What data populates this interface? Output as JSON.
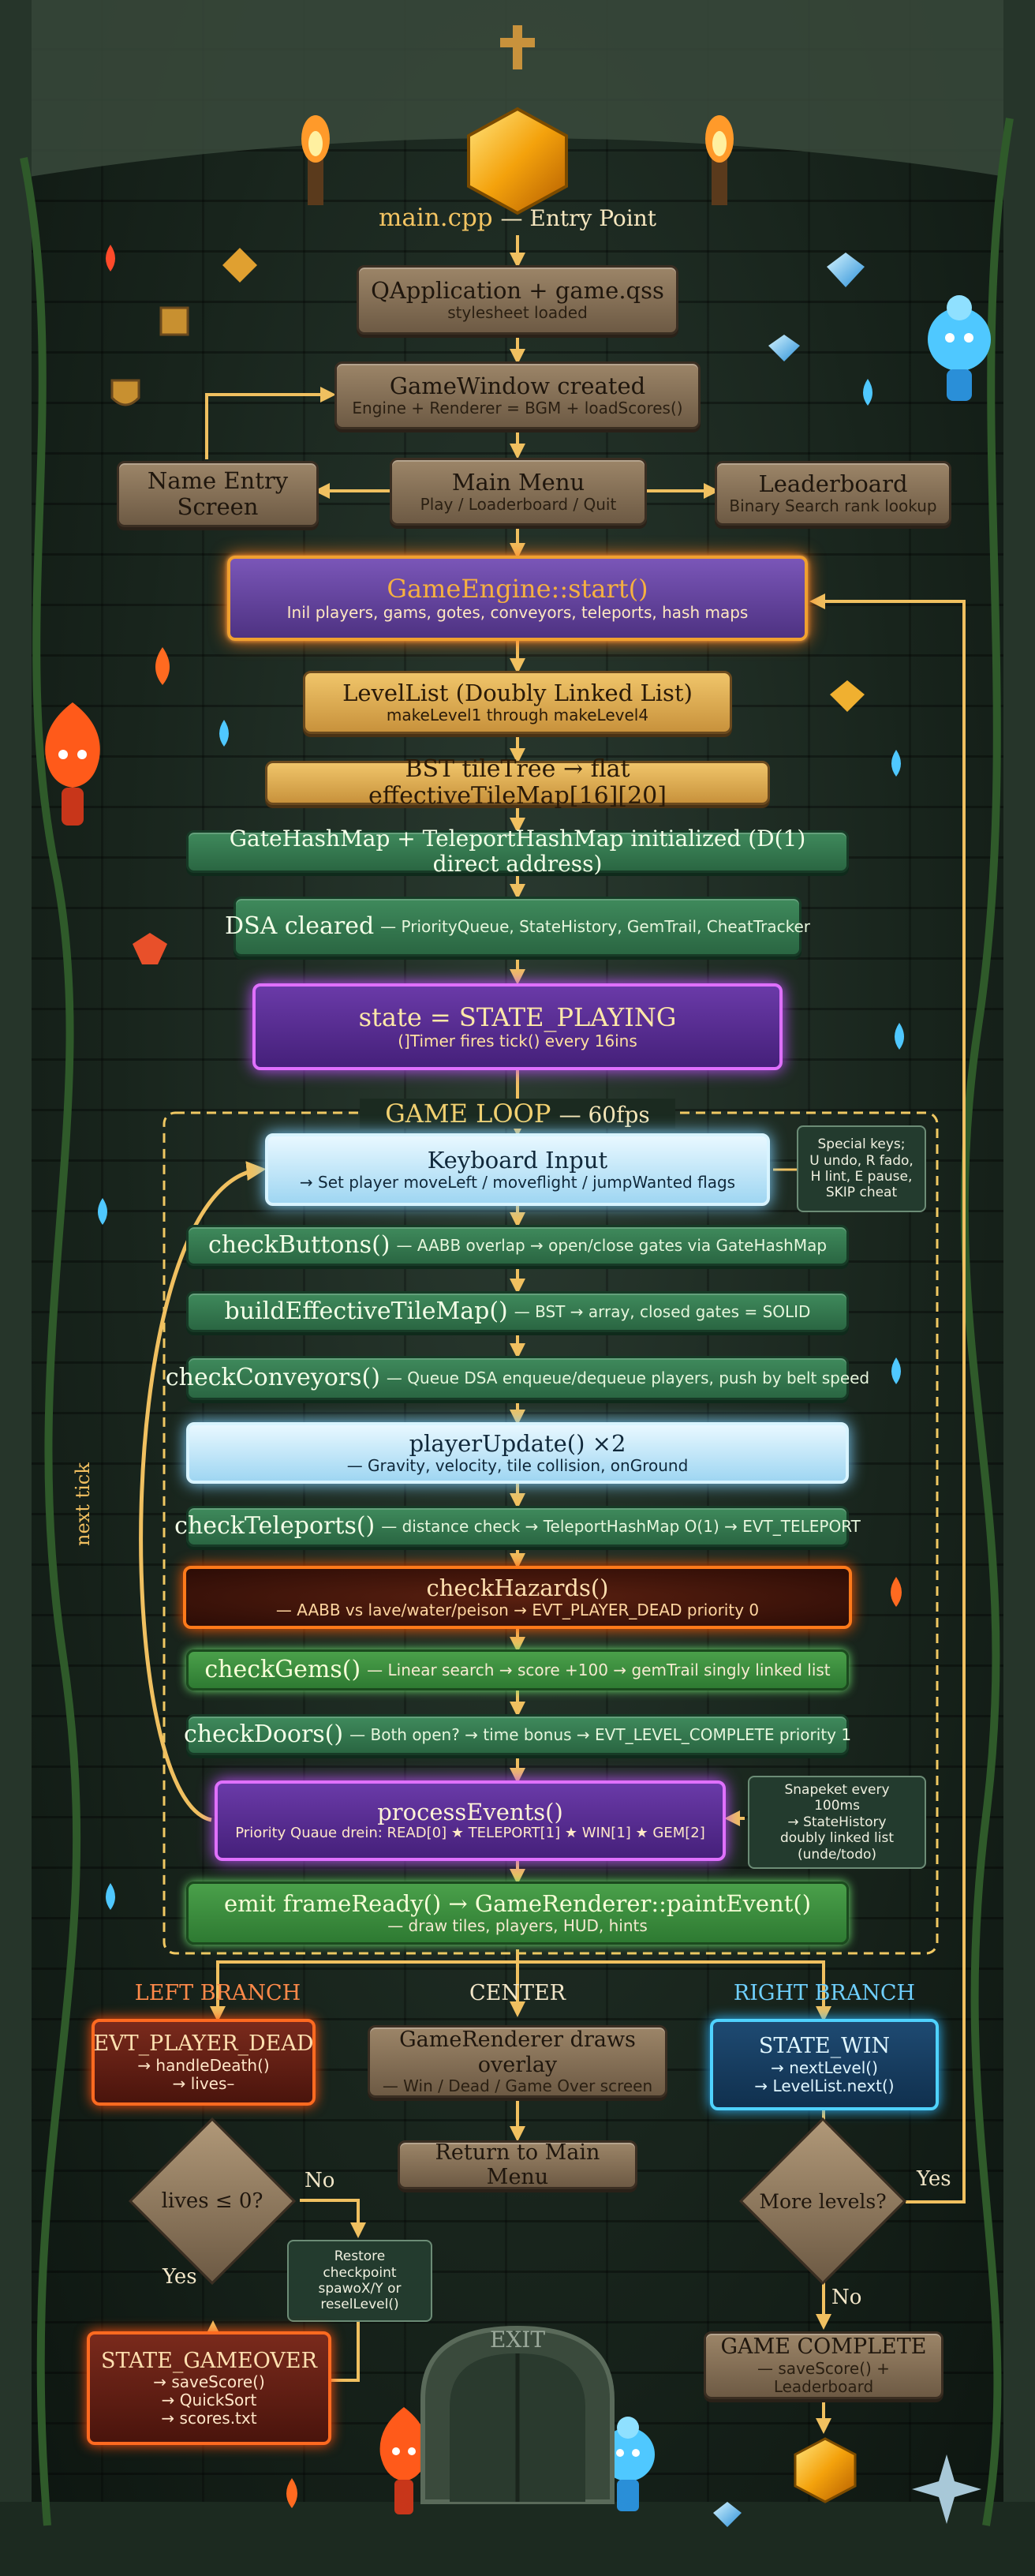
{
  "entry": {
    "file": "main.cpp",
    "label": "— Entry Point"
  },
  "nodes": {
    "qapp": {
      "title": "QApplication + game.qss",
      "sub": "stylesheet loaded"
    },
    "window": {
      "title": "GameWindow created",
      "sub": "Engine + Renderer = BGM + loadScores()"
    },
    "name_entry": {
      "title": "Name Entry",
      "title2": "Screen"
    },
    "main_menu": {
      "title": "Main Menu",
      "sub": "Play / Loaderboard / Quit"
    },
    "leaderboard": {
      "title": "Leaderboard",
      "sub": "Binary Search rank lookup"
    },
    "engine_start": {
      "title": "GameEngine::start()",
      "sub": "Inil players, gams, gotes, conveyors, teleports, hash maps"
    },
    "levellist": {
      "title": "LevelList (Doubly Linked List)",
      "sub": "makeLevel1 through makeLevel4"
    },
    "bst": {
      "title": "BST tileTree → flat effectiveTileMap[16][20]"
    },
    "hashmap": {
      "title": "GateHashMap + TeleportHashMap initialized (D(1) direct address)"
    },
    "dsa": {
      "title": "DSA cleared",
      "sub": "— PriorityQueue, StateHistory, GemTrail, CheatTracker"
    },
    "state_playing": {
      "title": "state = STATE_PLAYING",
      "sub": "(]Timer fires tick() every 16ins"
    },
    "keyboard": {
      "title": "Keyboard Input",
      "sub": "→ Set player moveLeft / moveflight / jumpWanted flags"
    },
    "check_buttons": {
      "title": "checkButtons()",
      "sub": "— AABB overlap → open/close gates via GateHashMap"
    },
    "build_map": {
      "title": "buildEffectiveTileMap()",
      "sub": "— BST → array, closed gates = SOLID"
    },
    "conveyors": {
      "title": "checkConveyors()",
      "sub": "— Queue DSA enqueue/dequeue players, push by belt speed"
    },
    "player_update": {
      "title": "playerUpdate() ×2",
      "sub": "— Gravity, velocity, tile collision, onGround"
    },
    "teleports": {
      "title": "checkTeleports()",
      "sub": "— distance check → TeleportHashMap O(1) → EVT_TELEPORT"
    },
    "hazards": {
      "title": "checkHazards()",
      "sub": "— AABB vs lave/water/peison → EVT_PLAYER_DEAD priority 0"
    },
    "gems": {
      "title": "checkGems()",
      "sub": "— Linear search → score +100 → gemTrail singly linked list"
    },
    "doors": {
      "title": "checkDoors()",
      "sub": "— Both open? → time bonus → EVT_LEVEL_COMPLETE priority 1"
    },
    "process_events": {
      "title": "processEvents()",
      "sub": "Priority Quaue drein: READ[0] ★ TELEPORT[1] ★ WIN[1] ★ GEM[2]"
    },
    "frame_ready": {
      "title": "emit frameReady() → GameRenderer::paintEvent()",
      "sub": "— draw tiles, players, HUD, hints"
    },
    "dead": {
      "title": "EVT_PLAYER_DEAD",
      "l1": "→ handleDeath()",
      "l2": "→ lives–"
    },
    "overlay": {
      "title": "GameRenderer draws overlay",
      "sub": "— Win / Dead / Game Over screen"
    },
    "win": {
      "title": "STATE_WIN",
      "l1": "→ nextLevel()",
      "l2": "→ LevelList.next()"
    },
    "return_menu": {
      "title": "Return to Main Menu"
    },
    "gameover": {
      "title": "STATE_GAMEOVER",
      "l1": "→ saveScore()",
      "l2": "→ QuickSort",
      "l3": "→ scores.txt"
    },
    "complete": {
      "title": "GAME COMPLETE",
      "sub": "— saveScore() + Leaderboard"
    }
  },
  "notes": {
    "special_keys": [
      "Special keys;",
      "U undo, R fado,",
      "H lint, E pause,",
      "SKIP cheat"
    ],
    "snapshot": [
      "Snapeket every 100ms",
      "→ StateHistory",
      "doubly linked list",
      "(unde/todo)"
    ],
    "checkpoint": [
      "Restore checkpoint",
      "spawoX/Y or",
      "reselLevel()"
    ]
  },
  "loop": {
    "title": "GAME LOOP",
    "sub": "— 60fps",
    "next_tick": "next tick"
  },
  "branches": {
    "left": "LEFT BRANCH",
    "center": "CENTER",
    "right": "RIGHT BRANCH"
  },
  "decisions": {
    "lives": "lives ≤ 0?",
    "levels": "More levels?"
  },
  "edge_labels": {
    "no": "No",
    "yes": "Yes"
  },
  "exit_sign": "EXIT",
  "colors": {
    "gold": "#f3c462",
    "stone": "#9c8568",
    "green": "#3f8a5c",
    "fire": "#ff6a20",
    "water": "#4fd2ff",
    "violet": "#c050ff"
  }
}
